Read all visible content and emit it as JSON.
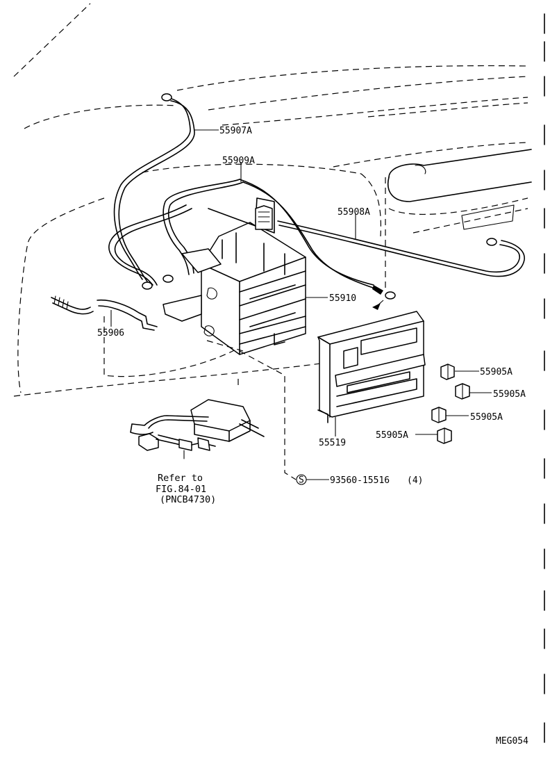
{
  "parts": {
    "p55907A": "55907A",
    "p55909A": "55909A",
    "p55908A": "55908A",
    "p55910": "55910",
    "p55906": "55906",
    "p55905A_1": "55905A",
    "p55905A_2": "55905A",
    "p55905A_3": "55905A",
    "p55905A_4": "55905A",
    "p55519": "55519",
    "screw_symbol": "S",
    "screw_part": "93560-15516",
    "screw_qty": "(4)"
  },
  "reference": {
    "line1": "Refer to",
    "line2": "FIG.84-01",
    "line3": "(PNCB4730)"
  },
  "figure_code": "MEG054"
}
